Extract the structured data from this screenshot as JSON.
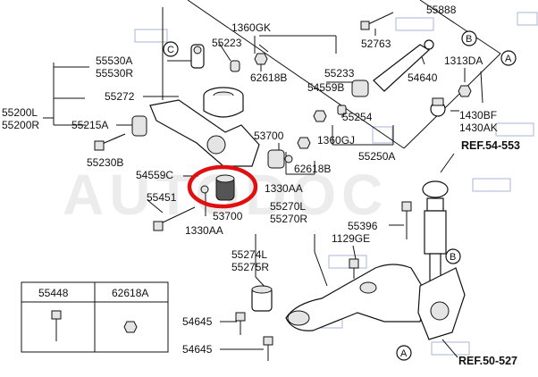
{
  "labels": {
    "p55888": "55888",
    "p1360gk": "1360GK",
    "p55223": "55223",
    "p52763": "52763",
    "p55530a": "55530A",
    "p55530r": "55530R",
    "p62618b_top": "62618B",
    "p55233": "55233",
    "p1313da": "1313DA",
    "p54640": "54640",
    "p55272": "55272",
    "p54559b": "54559B",
    "p55200l": "55200L",
    "p55200r": "55200R",
    "p55254": "55254",
    "p1430bf": "1430BF",
    "p1430ak": "1430AK",
    "p55215a": "55215A",
    "p53700_top": "53700",
    "p1360gj": "1360GJ",
    "p55230b": "55230B",
    "p55250a": "55250A",
    "ref54553": "REF.54-553",
    "p62618b_mid": "62618B",
    "p54559c": "54559C",
    "p1330aa_mid": "1330AA",
    "p55451": "55451",
    "p55270l": "55270L",
    "p55270r": "55270R",
    "p53700_bot": "53700",
    "p55396": "55396",
    "p1330aa_bot": "1330AA",
    "p1129ge": "1129GE",
    "p55274l": "55274L",
    "p55275r": "55275R",
    "p54645_a": "54645",
    "p54645_b": "54645",
    "ref50527": "REF.50-527",
    "table_col1": "55448",
    "table_col2": "62618A",
    "circle_c": "C",
    "circle_a_top": "A",
    "circle_b_top": "B",
    "circle_b_bot": "B",
    "circle_a_bot": "A",
    "watermark": "AUTODOC"
  },
  "colors": {
    "highlight": "#e01010",
    "lines": "#111111",
    "callout_box": "#aab4d8"
  }
}
